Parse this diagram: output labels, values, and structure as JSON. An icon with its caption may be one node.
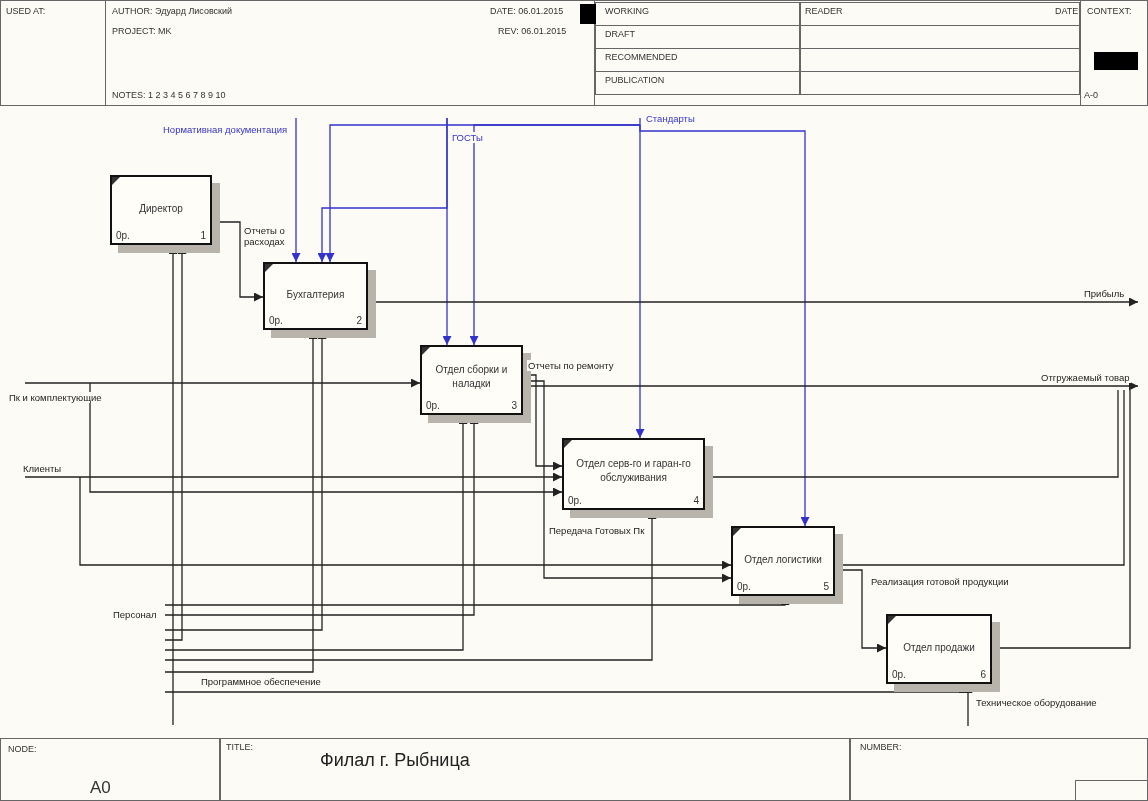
{
  "diagram": {
    "title": "Филал г. Рыбница",
    "nodes": [
      {
        "text": [
          "Директор",
          "0р.",
          "1"
        ]
      },
      {
        "text": [
          "Бухгалтерия",
          "0р.",
          "2"
        ]
      },
      {
        "text": [
          "Отдел сборки и наладки",
          "0р.",
          "3"
        ]
      },
      {
        "text": [
          "Отдел серв-го и гаран-го обслуживания",
          "0р.",
          "4"
        ]
      },
      {
        "text": [
          "Отдел логистики",
          "0р.",
          "5"
        ]
      },
      {
        "text": [
          "Отдел продажи",
          "0р.",
          "6"
        ]
      }
    ],
    "edges": [
      {
        "from": null,
        "to": 1,
        "arrow": "to",
        "label": "Нормативная документация",
        "color": "#3333cc"
      },
      {
        "from": null,
        "to": 1,
        "arrow": "to",
        "label": "ГОСТы",
        "color": "#3333cc"
      },
      {
        "from": null,
        "to": 2,
        "arrow": "to",
        "color": "#3333cc"
      },
      {
        "from": null,
        "to": 1,
        "arrow": "to",
        "label": "Стандарты",
        "color": "#3333cc"
      },
      {
        "from": null,
        "to": 2,
        "arrow": "to",
        "color": "#3333cc"
      },
      {
        "from": null,
        "to": 3,
        "arrow": "to",
        "color": "#3333cc"
      },
      {
        "from": null,
        "to": 4,
        "arrow": "to",
        "color": "#3333cc"
      },
      {
        "from": 0,
        "to": 1,
        "arrow": "to",
        "label": "Отчеты о расходах"
      },
      {
        "from": 1,
        "to": null,
        "arrow": "to",
        "label": "Прибыль"
      },
      {
        "from": null,
        "to": 2,
        "arrow": "to",
        "label": "Пк и комплектующие"
      },
      {
        "from": null,
        "to": 3,
        "arrow": "to",
        "label": "Клиенты"
      },
      {
        "from": null,
        "to": 3,
        "arrow": "to"
      },
      {
        "from": null,
        "to": 4,
        "arrow": "to"
      },
      {
        "from": 2,
        "to": 3,
        "arrow": "to",
        "label": "Отчеты по ремонту"
      },
      {
        "from": 2,
        "to": 4,
        "arrow": "to",
        "label": "Передача Готовых Пк"
      },
      {
        "from": 2,
        "to": null,
        "arrow": "to",
        "label": "Отгружаемый товар"
      },
      {
        "from": 3,
        "to": null,
        "arrow": "none"
      },
      {
        "from": 4,
        "to": 5,
        "arrow": "to",
        "label": "Реализация готовой продукции"
      },
      {
        "from": 4,
        "to": null,
        "arrow": "none"
      },
      {
        "from": 5,
        "to": null,
        "arrow": "none"
      },
      {
        "from": null,
        "to": 0,
        "arrow": "to"
      },
      {
        "from": null,
        "to": 2,
        "arrow": "to",
        "label": "Персонал"
      },
      {
        "from": null,
        "to": 4,
        "arrow": "to"
      },
      {
        "from": null,
        "to": 1,
        "arrow": "to",
        "label": "Программное обеспечение"
      },
      {
        "from": null,
        "to": 0,
        "arrow": "to"
      },
      {
        "from": null,
        "to": 1,
        "arrow": "to"
      },
      {
        "from": null,
        "to": 2,
        "arrow": "to"
      },
      {
        "from": null,
        "to": 3,
        "arrow": "to"
      },
      {
        "from": null,
        "to": 5,
        "arrow": "to"
      },
      {
        "from": null,
        "to": 5,
        "arrow": "to",
        "label": "Техническое оборудование"
      }
    ],
    "labels": [
      "USED AT:",
      "AUTHOR: Эдуард Лисовский",
      "PROJECT: MK",
      "NOTES: 1 2 3 4 5 6 7 8 9 10",
      "DATE: 06.01.2015",
      "REV: 06.01.2015",
      "WORKING",
      "DRAFT",
      "RECOMMENDED",
      "PUBLICATION",
      "READER",
      "DATE",
      "CONTEXT:",
      "A-0",
      "NODE:",
      "A0",
      "TITLE:",
      "NUMBER:"
    ]
  }
}
